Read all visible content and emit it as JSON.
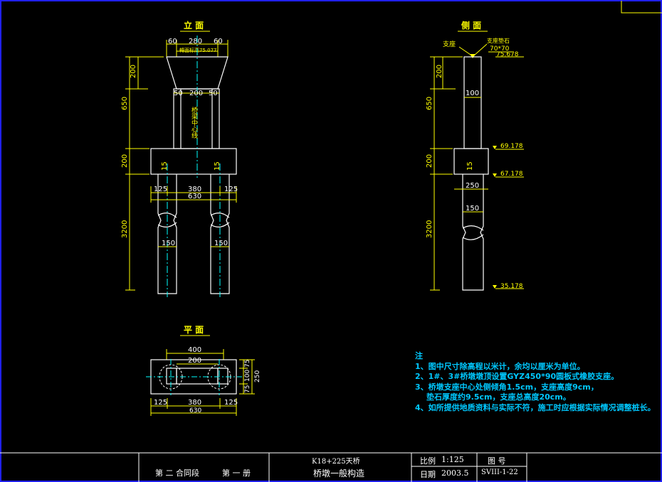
{
  "views": {
    "elevation": {
      "title": "立 面"
    },
    "side": {
      "title": "侧 面"
    },
    "plan": {
      "title": "平 面"
    }
  },
  "elevation": {
    "top_widths": [
      "60",
      "280",
      "60"
    ],
    "cap_inner_label": "轉面标高75.077",
    "column_widths": [
      "50",
      "200",
      "50"
    ],
    "center_line": "桥梁中心线",
    "heights": [
      "200",
      "650",
      "200",
      "3200"
    ],
    "angle_left": "15",
    "angle_right": "15",
    "pile_spacing": [
      "125",
      "380",
      "125"
    ],
    "total_width": "630",
    "pile_dia_left": "150",
    "pile_dia_right": "150"
  },
  "side": {
    "bearing_label": "支座",
    "pad_label": "支座垫石",
    "pad_size": "70*70",
    "elev_top": "75.678",
    "column_width": "100",
    "elev_beam_top": "69.178",
    "elev_beam_bottom": "67.178",
    "angle": "15",
    "beam_width": "250",
    "pile_dia": "150",
    "elev_pile_bottom": "35.178",
    "heights": [
      "200",
      "650",
      "200",
      "3200"
    ]
  },
  "plan": {
    "total_width_top": "400",
    "inner_width": "200",
    "right_dims": [
      "75",
      "100",
      "75",
      "250"
    ],
    "bottom_dims": [
      "125",
      "380",
      "125"
    ],
    "bottom_total": "630"
  },
  "notes": {
    "title": "注",
    "lines": [
      "1、图中尺寸除高程以米计，余均以厘米为单位。",
      "2、1#、3#桥墩墩顶设置GYZ450*90圆板式橡胶支座。",
      "3、桥墩支座中心处侧倾角1.5cm，支座高度9cm，",
      "垫石厚度约9.5cm，支座总高度20cm。",
      "4、如所提供地质资料与实际不符，施工时应根据实际情况调整桩长。"
    ]
  },
  "title_block": {
    "section": "第 二 合同段",
    "volume": "第 一 册",
    "project": "K18+225天桥",
    "drawing_name": "桥墩一般构造",
    "scale_label": "比例",
    "scale_value": "1:125",
    "date_label": "日期",
    "date_value": "2003.5",
    "drawing_no_label": "图 号",
    "drawing_no_value": "SVIII-1-22"
  },
  "colors": {
    "background": "#000000",
    "dimension": "#ffff00",
    "outline": "#ffffff",
    "centerline": "#00ffff",
    "frame": "#0000ff"
  }
}
